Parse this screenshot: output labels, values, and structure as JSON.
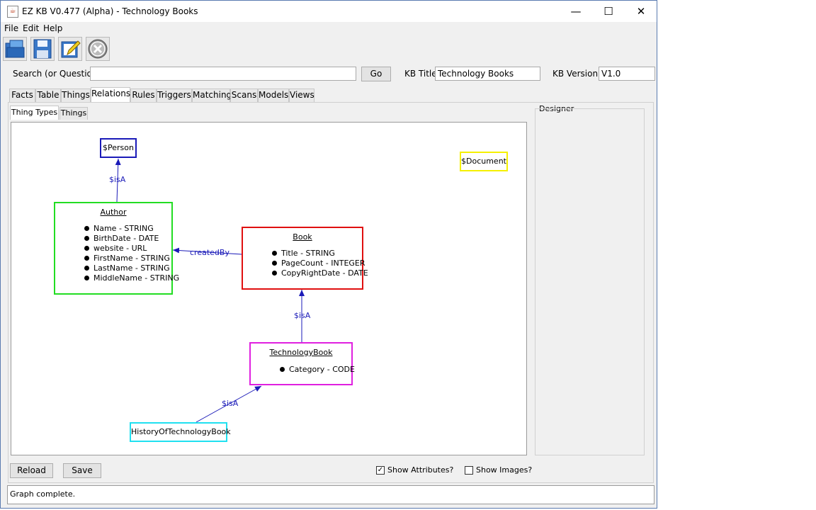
{
  "window": {
    "title": "EZ KB V0.477 (Alpha) - Technology Books",
    "minimize": "—",
    "maximize": "☐",
    "close": "✕"
  },
  "menu": {
    "file": "File",
    "edit": "Edit",
    "help": "Help"
  },
  "toolbar": {
    "icons": [
      "open-icon",
      "save-disk-icon",
      "edit-icon",
      "close-circle-icon"
    ]
  },
  "search": {
    "label": "Search (or Question):",
    "value": "",
    "go_label": "Go",
    "kb_title_label": "KB Title:",
    "kb_title_value": "Technology Books",
    "kb_version_label": "KB Version:",
    "kb_version_value": "V1.0"
  },
  "tabs": [
    "Facts",
    "Table",
    "Things",
    "Relations",
    "Rules",
    "Triggers",
    "Matching",
    "Scans",
    "Models",
    "Views"
  ],
  "active_tab": "Relations",
  "subtabs": [
    "Thing Types",
    "Things"
  ],
  "active_subtab": "Thing Types",
  "designer_label": "Designer",
  "graph": {
    "nodes": {
      "person": {
        "name": "$Person",
        "color": "#1a1ab8"
      },
      "document": {
        "name": "$Document",
        "color": "#f5f000"
      },
      "author": {
        "name": "Author",
        "color": "#22dd22",
        "attrs": [
          "Name - STRING",
          "BirthDate - DATE",
          "website - URL",
          "FirstName - STRING",
          "LastName - STRING",
          "MiddleName - STRING"
        ]
      },
      "book": {
        "name": "Book",
        "color": "#e01010",
        "attrs": [
          "Title - STRING",
          "PageCount - INTEGER",
          "CopyRightDate - DATE"
        ]
      },
      "techbook": {
        "name": "TechnologyBook",
        "color": "#e020e0",
        "attrs": [
          "Category - CODE"
        ]
      },
      "history": {
        "name": "HistoryOfTechnologyBook",
        "color": "#20e0f0"
      }
    },
    "edges": {
      "author_person": "$isA",
      "book_author": "createdBy",
      "techbook_book": "$isA",
      "history_techbook": "$isA"
    },
    "edge_color": "#1a1ab8"
  },
  "bottom": {
    "reload_label": "Reload",
    "save_label": "Save",
    "show_attributes_label": "Show Attributes?",
    "show_attributes_checked": true,
    "show_images_label": "Show Images?",
    "show_images_checked": false
  },
  "status_text": "Graph complete."
}
